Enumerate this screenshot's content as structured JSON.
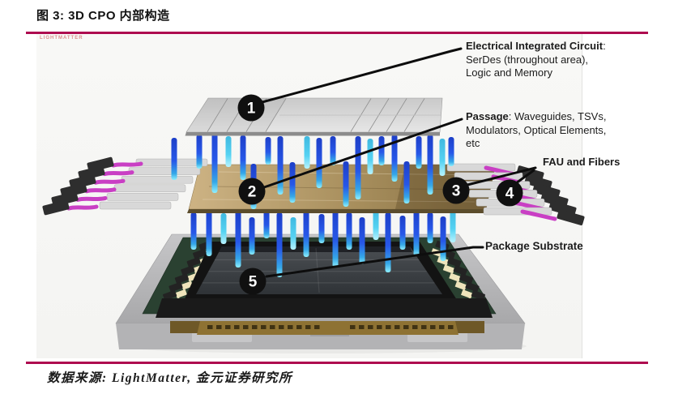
{
  "figure": {
    "title": "图 3: 3D CPO 内部构造",
    "watermark": "LIGHTMATTER",
    "source": "数据来源: LightMatter, 金元证券研究所"
  },
  "labels": {
    "eic": {
      "heading": "Electrical Integrated Circuit",
      "colon": ":",
      "line2": "SerDes (throughout area),",
      "line3": "Logic and Memory"
    },
    "passage": {
      "heading": "Passage",
      "rest": ": Waveguides, TSVs,",
      "line2": "Modulators, Optical Elements,",
      "line3": "etc"
    },
    "fau": "FAU and Fibers",
    "substrate": "Package Substrate"
  },
  "callouts": [
    "1",
    "2",
    "3",
    "4",
    "5"
  ],
  "colors": {
    "rule": "#ae0a4f",
    "callout": "#101010",
    "leader_line": "#0d0d0d",
    "pillar_blue": "#2450e0",
    "pillar_cyan": "#55d0f0",
    "fiber_magenta": "#c93fc4",
    "interposer_tan": "#a98f5d",
    "chip_gray": "#d7d7d7",
    "pcb_green": "#2a4131",
    "pad_cream": "#eee4bb",
    "gold": "#8e7233",
    "watermark_pink": "#dc8f8f"
  }
}
